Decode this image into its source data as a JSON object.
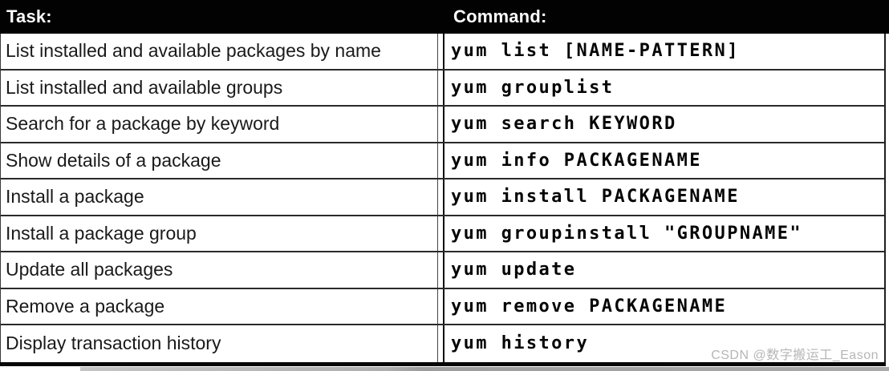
{
  "header": {
    "task_label": "Task:",
    "command_label": "Command:"
  },
  "rows": [
    {
      "task": "List installed and available packages by name",
      "command": "yum list [NAME-PATTERN]"
    },
    {
      "task": "List installed and available groups",
      "command": "yum grouplist"
    },
    {
      "task": "Search for a package by keyword",
      "command": "yum search KEYWORD"
    },
    {
      "task": "Show details of a package",
      "command": "yum info PACKAGENAME"
    },
    {
      "task": "Install a package",
      "command": "yum install PACKAGENAME"
    },
    {
      "task": "Install a package group",
      "command": "yum groupinstall \"GROUPNAME\""
    },
    {
      "task": "Update all packages",
      "command": "yum update"
    },
    {
      "task": "Remove a package",
      "command": "yum remove PACKAGENAME"
    },
    {
      "task": "Display transaction history",
      "command": "yum history"
    }
  ],
  "watermark": {
    "text": "CSDN @数字搬运工_Eason"
  },
  "colors": {
    "header_bg": "#020202",
    "header_text": "#ffffff",
    "row_bg": "#ffffff",
    "border": "#2a2a2a",
    "task_text": "#1a1a1a",
    "command_text": "#050505",
    "watermark_text": "#b6b6b6"
  }
}
